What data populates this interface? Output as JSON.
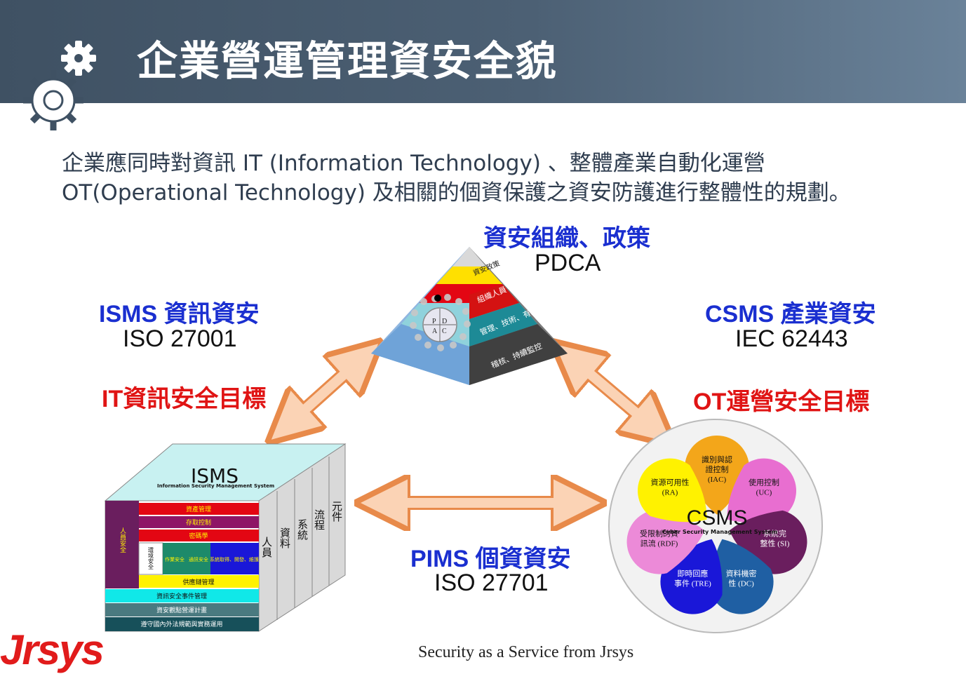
{
  "header": {
    "title": "企業營運管理資安全貌",
    "icon": "gears-icon"
  },
  "intro": {
    "line1": "企業應同時對資訊 IT (Information Technology) 、整體產業自動化運營",
    "line2": "OT(Operational Technology) 及相關的個資保護之資安防護進行整體性的規劃。"
  },
  "pyramid": {
    "title": "資安組織、政策",
    "subtitle": "PDCA",
    "layers": [
      "資安政策",
      "組織人員",
      "管理、技術、有效解決方案",
      "稽核、持續監控"
    ],
    "pdca": [
      "P",
      "D",
      "A",
      "C"
    ]
  },
  "isms": {
    "title": "ISMS 資訊資安",
    "standard": "ISO 27001",
    "goal": "IT資訊安全目標"
  },
  "csms": {
    "title": "CSMS 產業資安",
    "standard": "IEC 62443",
    "goal": "OT運營安全目標"
  },
  "pims": {
    "title": "PIMS 個資資安",
    "standard": "ISO 27701"
  },
  "isms_cube": {
    "name": "ISMS",
    "subtitle": "Information  Security Management  System",
    "left_column": "人員安全",
    "rows": [
      "資產管理",
      "存取控制",
      "密碼學"
    ],
    "cells": [
      "環境安全",
      "作業安全",
      "通訊安全",
      "系統取得、開發、維護"
    ],
    "bottom_rows": [
      "供應鏈管理",
      "資訊安全事件管理",
      "資安觀點營運計畫",
      "遵守國內外法規範與實務運用"
    ],
    "side_labels": [
      "人員",
      "資料",
      "系統",
      "流程",
      "元件"
    ]
  },
  "csms_flower": {
    "name": "CSMS",
    "subtitle": "Cyber Security Management  System",
    "petals": [
      {
        "label1": "識別與認",
        "label2": "證控制",
        "label3": "(IAC)",
        "color": "#f3a61a"
      },
      {
        "label1": "使用控制",
        "label2": "(UC)",
        "label3": "",
        "color": "#e86ed0"
      },
      {
        "label1": "系統完",
        "label2": "整性 (SI)",
        "label3": "",
        "color": "#6a1e5e"
      },
      {
        "label1": "資料機密",
        "label2": "性 (DC)",
        "label3": "",
        "color": "#1f5fa3"
      },
      {
        "label1": "即時回應",
        "label2": "事件 (TRE)",
        "label3": "",
        "color": "#1a17d8"
      },
      {
        "label1": "受限制的資",
        "label2": "訊流 (RDF)",
        "label3": "",
        "color": "#ec8ad8"
      },
      {
        "label1": "資源可用性",
        "label2": "(RA)",
        "label3": "",
        "color": "#fff200"
      }
    ]
  },
  "footer": {
    "text": "Security as a Service from Jrsys"
  },
  "logo": {
    "text": "Jrsys"
  }
}
